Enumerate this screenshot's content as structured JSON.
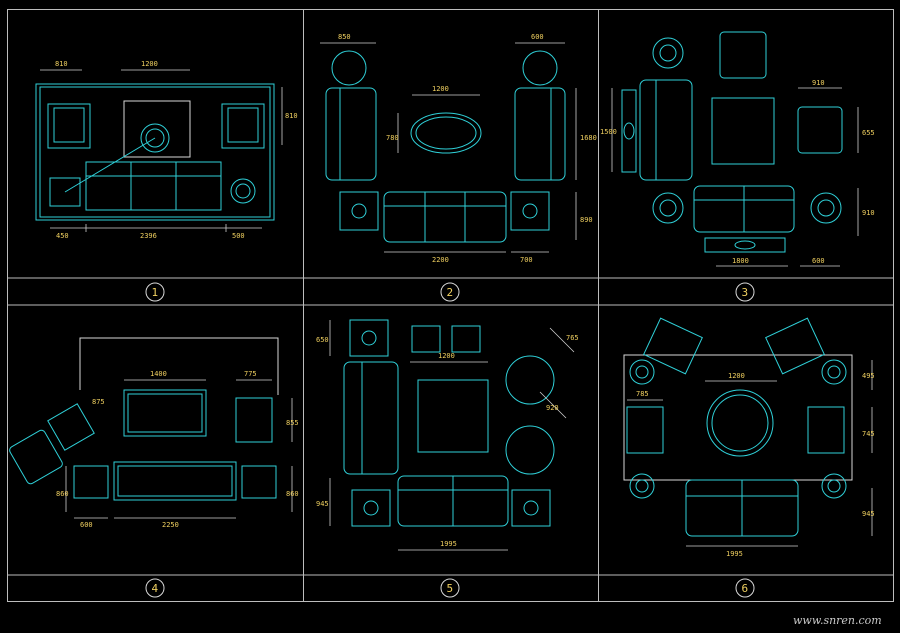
{
  "watermark": "www.snren.com",
  "colors": {
    "background": "#000000",
    "furniture": "#2fd0d8",
    "dimension": "#cfcfcf",
    "text": "#f0d060"
  },
  "panels": [
    {
      "number": "1",
      "dims": {
        "a": "810",
        "b": "1200",
        "c": "810",
        "d": "450",
        "e": "2396",
        "f": "500"
      }
    },
    {
      "number": "2",
      "dims": {
        "a": "850",
        "b": "600",
        "c": "1200",
        "d": "780",
        "e": "1680",
        "f": "890",
        "g": "2200",
        "h": "700"
      }
    },
    {
      "number": "3",
      "dims": {
        "a": "1500",
        "b": "910",
        "c": "655",
        "d": "910",
        "e": "1800",
        "f": "600"
      }
    },
    {
      "number": "4",
      "dims": {
        "a": "1400",
        "b": "775",
        "c": "875",
        "d": "855",
        "e": "860",
        "f": "860",
        "g": "600",
        "h": "2250"
      }
    },
    {
      "number": "5",
      "dims": {
        "a": "650",
        "b": "1200",
        "c": "765",
        "d": "920",
        "e": "945",
        "f": "1995"
      }
    },
    {
      "number": "6",
      "dims": {
        "a": "1200",
        "b": "495",
        "c": "785",
        "d": "745",
        "e": "945",
        "f": "1995"
      }
    }
  ]
}
